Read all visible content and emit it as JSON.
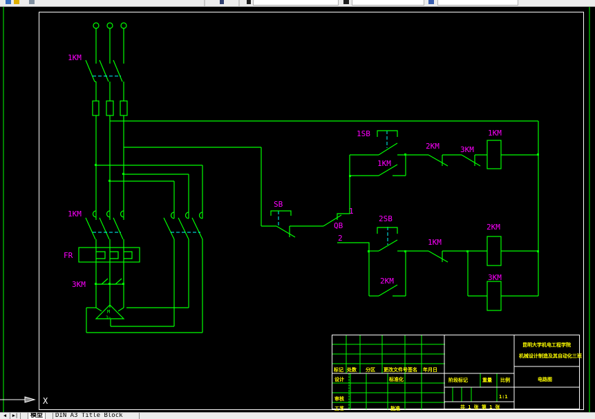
{
  "app": {
    "toolbar": {
      "fields": [
        "",
        "",
        ""
      ]
    },
    "statusbar": {
      "nav_first": "◀",
      "nav_last": "▶|",
      "tabs": [
        {
          "label": "模型",
          "active": true
        },
        {
          "label": "DIN A3 Title Block",
          "active": false
        }
      ]
    }
  },
  "drawing": {
    "colors": {
      "wire": "#00ff00",
      "label": "#ff00ff",
      "link": "#00ffff",
      "frame": "#ffffff",
      "titleText": "#ffff00"
    },
    "main_circuit": {
      "supply_terminals": 3,
      "labels": {
        "main_contactor_top": "1KM",
        "main_contactor_mid": "1KM",
        "thermal_relay": "FR",
        "star_contactor": "3KM",
        "motor_name": "M",
        "motor_phase": "3~"
      }
    },
    "control_circuit": {
      "labels": {
        "stop_button": "SB",
        "selector_switch": "QB",
        "qb_pos1": "1",
        "qb_pos2": "2",
        "start_button_1": "1SB",
        "hold_contact_1km": "1KM",
        "interlock_2km": "2KM",
        "interlock_3km": "3KM",
        "coil_1km": "1KM",
        "start_button_2": "2SB",
        "hold_contact_2km": "2KM",
        "interlock_1km": "1KM",
        "coil_2km": "2KM",
        "coil_3km": "3KM"
      }
    },
    "title_block": {
      "institution": "昆明大学机电工程学院",
      "project": "机械设计制造及其自动化三班",
      "drawing_name": "电路图",
      "scale_label": "比例",
      "scale": "1:1",
      "weight_label": "重量",
      "stage_label": "阶段标记",
      "sheets": "共 1 张  第 1 张",
      "rev_headers": [
        "标记",
        "处数",
        "分区",
        "更改文件号",
        "签名",
        "年月日"
      ],
      "rows": [
        {
          "role": "设计",
          "name": "",
          "std_label": "标准化"
        },
        {
          "role": "审核",
          "name": ""
        },
        {
          "role": "工艺",
          "name": "",
          "approve_label": "批准"
        }
      ]
    },
    "ucs_icon": {
      "axis": "X"
    }
  }
}
